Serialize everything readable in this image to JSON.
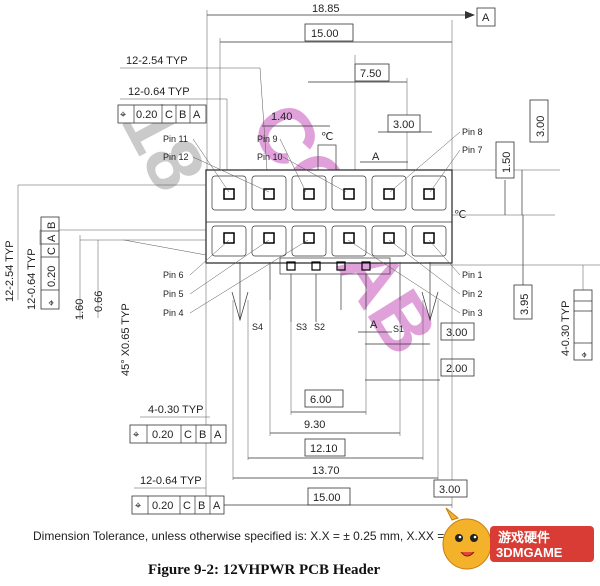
{
  "drawing": {
    "datum_a": "A",
    "centerline": "℃",
    "dims": {
      "overall_width": "18.85",
      "top_15": "15.00",
      "d_7_50": "7.50",
      "d_1_40": "1.40",
      "d_3_00_top": "3.00",
      "d_3_00_right": "3.00",
      "d_1_50": "1.50",
      "d_3_95": "3.95",
      "d_3_00_mid": "3.00",
      "d_2_00": "2.00",
      "d_6_00": "6.00",
      "d_9_30": "9.30",
      "d_12_10": "12.10",
      "d_13_70": "13.70",
      "bottom_15": "15.00",
      "d_3_00_bottom": "3.00",
      "left_1_60": "1.60",
      "left_0_66": "0.66"
    },
    "notes": {
      "top_pitch": "12-2.54 TYP",
      "top_pad": "12-0.64 TYP",
      "left_pitch": "12-2.54 TYP",
      "left_pad": "12-0.64 TYP",
      "chamfer": "45° X0.65 TYP",
      "right_holes": "4-0.30 TYP",
      "left_holes": "4-0.30 TYP",
      "bottom_pad": "12-0.64 TYP"
    },
    "fcf": {
      "symbol": "⌖",
      "tol": "0.20",
      "c": "C",
      "b": "B",
      "a": "A"
    },
    "pins": {
      "p1": "Pin 1",
      "p2": "Pin 2",
      "p3": "Pin 3",
      "p4": "Pin 4",
      "p5": "Pin 5",
      "p6": "Pin 6",
      "p7": "Pin 7",
      "p8": "Pin 8",
      "p9": "Pin 9",
      "p10": "Pin 10",
      "p11": "Pin 11",
      "p12": "Pin 12"
    },
    "sense": {
      "s1": "S1",
      "s2": "S2",
      "s3": "S3",
      "s4": "S4"
    },
    "section_a": "A"
  },
  "tolerance_note": "Dimension Tolerance, unless otherwise specified is:  X.X = ± 0.25 mm,  X.XX = ± 0.20 mm",
  "caption": "Figure 9-2:  12VHPWR PCB Header",
  "watermark": {
    "left": "18",
    "right": "COLAB"
  },
  "site_logo": {
    "line1": "游戏硬件",
    "line2": "3DMGAME"
  }
}
